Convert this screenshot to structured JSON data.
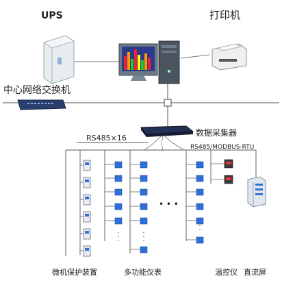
{
  "labels": {
    "ups": "UPS",
    "printer": "打印机",
    "network_switch": "中心网络交换机",
    "data_collector": "数据采集器",
    "rs485_ports": "RS485×16",
    "rs485_modbus": "RS485/MODBUS-RTU",
    "protection_device": "微机保护装置",
    "multifunction_meter": "多功能仪表",
    "temp_controller": "温控仪",
    "dc_panel": "直流屏"
  },
  "ellipsis": "• • •",
  "colors": {
    "line": "#555555",
    "device_blue": "#2f6fd8",
    "switch_body": "#2a3f6e",
    "monitor_frame": "#5a6a7a"
  }
}
